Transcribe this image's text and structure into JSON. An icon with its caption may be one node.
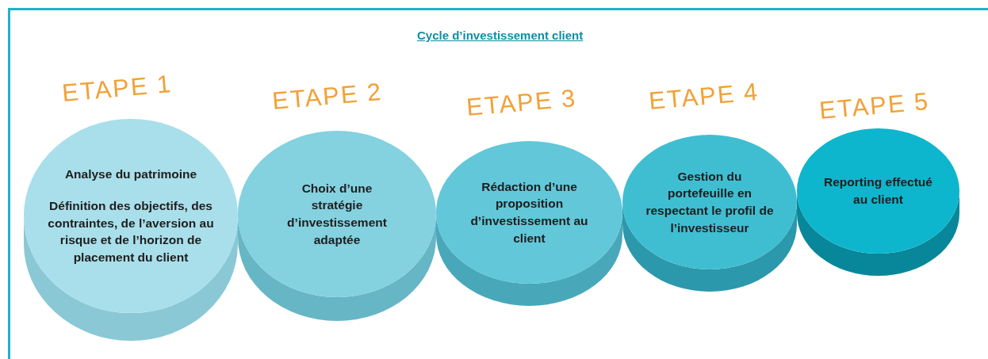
{
  "diagram": {
    "title": "Cycle d’investissement client",
    "nodes": [
      {
        "text": [
          "ETAPE 1",
          "Analyse du patrimoine",
          "Définition des objectifs, des contraintes, de l’aversion au risque et de l’horizon de placement du client"
        ]
      },
      {
        "text": [
          "ETAPE 2",
          "Choix d’une stratégie d’investissement adaptée"
        ]
      },
      {
        "text": [
          "ETAPE 3",
          "Rédaction d’une proposition d’investissement au client"
        ]
      },
      {
        "text": [
          "ETAPE 4",
          "Gestion du portefeuille en respectant le profil de l’investisseur"
        ]
      },
      {
        "text": [
          "ETAPE 5",
          "Reporting effectué au client"
        ]
      }
    ],
    "edges": []
  }
}
